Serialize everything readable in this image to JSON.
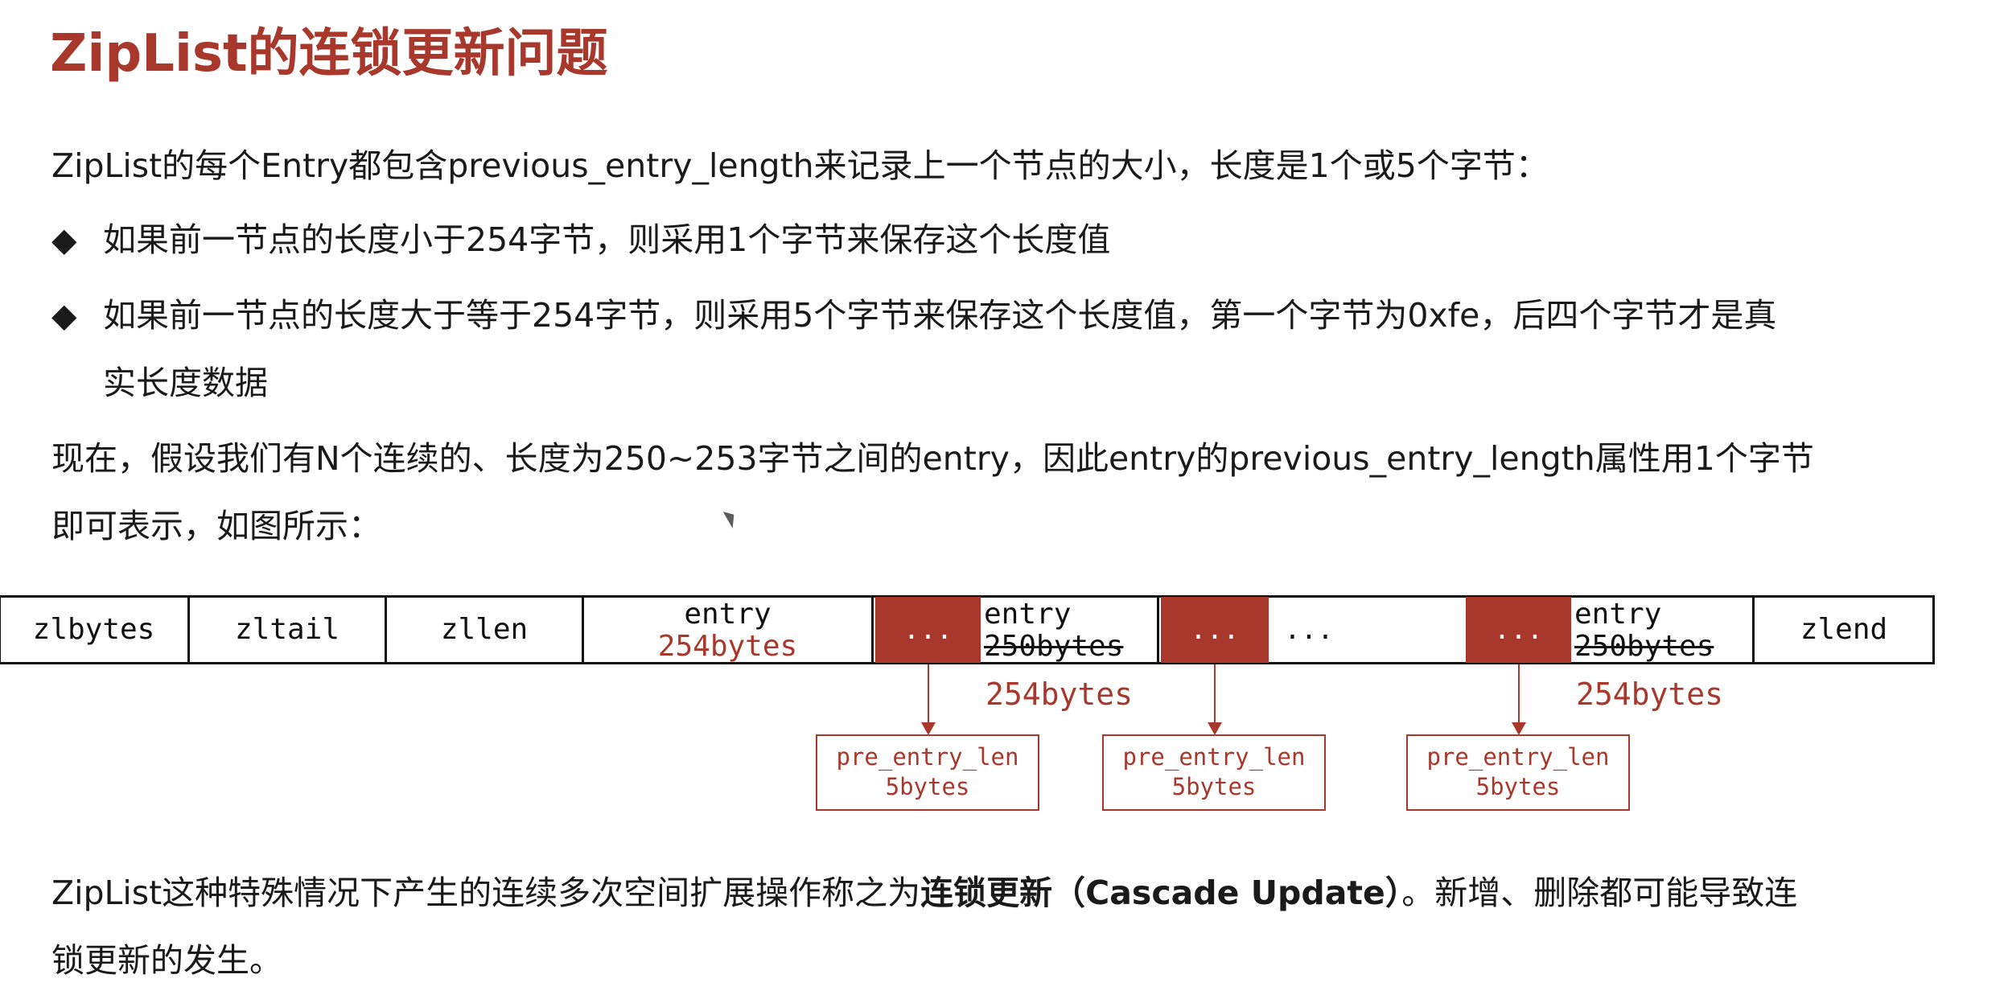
{
  "title": "ZipList的连锁更新问题",
  "intro": "ZipList的每个Entry都包含previous_entry_length来记录上一个节点的大小，长度是1个或5个字节：",
  "bullets": {
    "mark": "◆",
    "b1": "如果前一节点的长度小于254字节，则采用1个字节来保存这个长度值",
    "b2_line1": "如果前一节点的长度大于等于254字节，则采用5个字节来保存这个长度值，第一个字节为0xfe，后四个字节才是真",
    "b2_line2": "实长度数据"
  },
  "scenario": {
    "line1": "现在，假设我们有N个连续的、长度为250~253字节之间的entry，因此entry的previous_entry_length属性用1个字节",
    "line2": "即可表示，如图所示："
  },
  "diagram": {
    "zlbytes": "zlbytes",
    "zltail": "zltail",
    "zllen": "zllen",
    "new_entry_label": "entry",
    "new_entry_size": "254bytes",
    "dots": "...",
    "entry_label": "entry",
    "old_size": "250bytes",
    "new_size": "254bytes",
    "zlend": "zlend",
    "pre_entry_len": "pre_entry_len",
    "pre_entry_size": "5bytes"
  },
  "conclusion": {
    "line1_pre": "ZipList这种特殊情况下产生的连续多次空间扩展操作称之为",
    "line1_bold": "连锁更新（Cascade Update）",
    "line1_post": "。新增、删除都可能导致连",
    "line2": "锁更新的发生。"
  },
  "colors": {
    "accent": "#a8382c",
    "text": "#1a1a1a"
  }
}
